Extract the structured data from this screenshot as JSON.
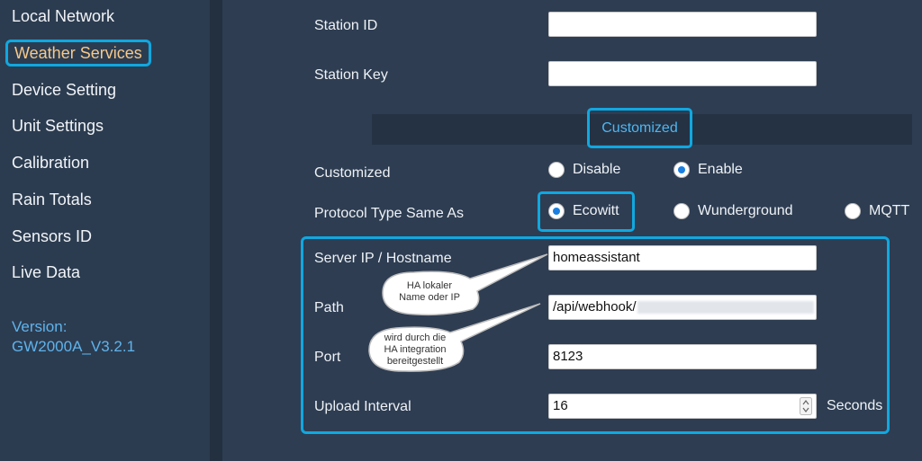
{
  "sidebar": {
    "items": [
      {
        "label": "Local Network"
      },
      {
        "label": "Weather Services"
      },
      {
        "label": "Device Setting"
      },
      {
        "label": "Unit Settings"
      },
      {
        "label": "Calibration"
      },
      {
        "label": "Rain Totals"
      },
      {
        "label": "Sensors ID"
      },
      {
        "label": "Live Data"
      }
    ],
    "version_label": "Version:",
    "version_value": "GW2000A_V3.2.1"
  },
  "form": {
    "station_id_label": "Station ID",
    "station_id_value": "",
    "station_key_label": "Station Key",
    "station_key_value": "",
    "section_title": "Customized",
    "customized_label": "Customized",
    "customized_options": [
      "Disable",
      "Enable"
    ],
    "customized_selected": "Enable",
    "protocol_label": "Protocol Type Same As",
    "protocol_options": [
      "Ecowitt",
      "Wunderground",
      "MQTT"
    ],
    "protocol_selected": "Ecowitt",
    "server_label": "Server IP / Hostname",
    "server_value": "homeassistant",
    "path_label": "Path",
    "path_value": "/api/webhook/",
    "port_label": "Port",
    "port_value": "8123",
    "interval_label": "Upload Interval",
    "interval_value": "16",
    "interval_unit": "Seconds"
  },
  "annotations": {
    "callout_1": [
      "HA lokaler",
      "Name oder IP"
    ],
    "callout_2": [
      "wird durch die",
      "HA integration",
      "bereitgestellt"
    ]
  },
  "colors": {
    "highlight": "#10a8e0",
    "active_nav": "#f7c98a",
    "version": "#5fb3ec",
    "radio_on": "#1a7fe0"
  }
}
